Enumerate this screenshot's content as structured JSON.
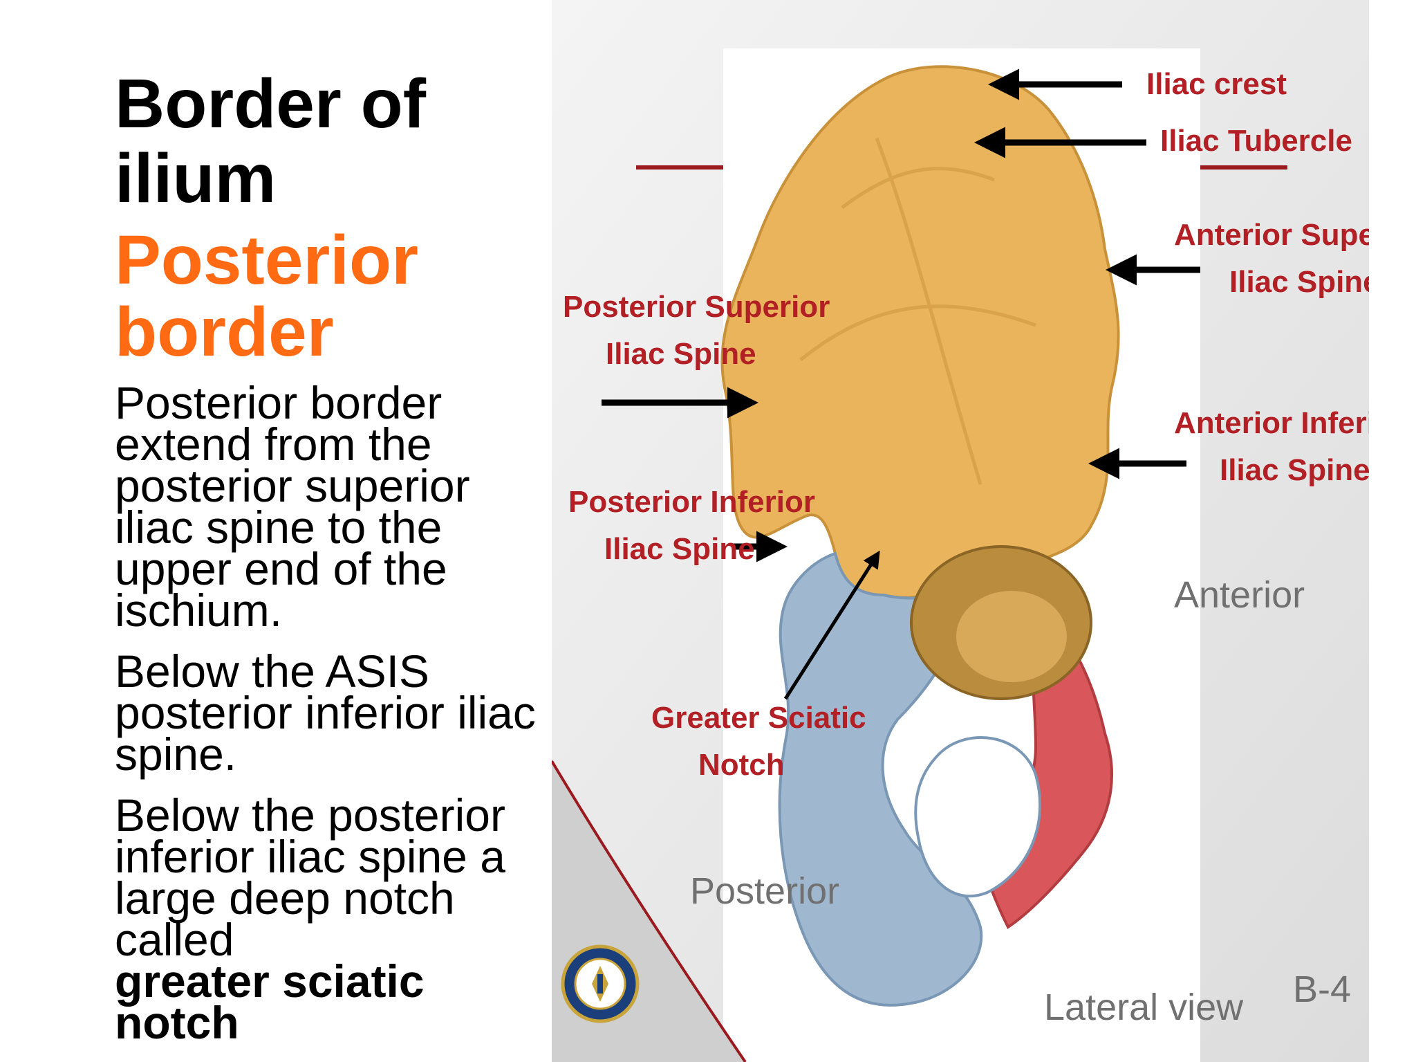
{
  "slide": {
    "title_line1": "Border of",
    "title_line2": "ilium",
    "subtitle_line1": "Posterior",
    "subtitle_line2": "border",
    "paragraph1": "Posterior border extend from the posterior superior iliac spine to the upper end of the ischium.",
    "paragraph2": "Below the ASIS posterior inferior iliac spine.",
    "paragraph3": "Below the posterior inferior iliac spine a large deep notch called",
    "paragraph3_term": "greater sciatic notch"
  },
  "figure": {
    "labels": {
      "iliac_crest": "Iliac crest",
      "iliac_tubercle": "Iliac Tubercle",
      "asis_line1": "Anterior Superior",
      "asis_line2": "Iliac Spine",
      "aiis_line1": "Anterior Inferior",
      "aiis_line2": "Iliac Spine",
      "psis_line1": "Posterior Superior",
      "psis_line2": "Iliac Spine",
      "piis_line1": "Posterior Inferior",
      "piis_line2": "Iliac Spine",
      "gsn_line1": "Greater Sciatic",
      "gsn_line2": "Notch",
      "anterior": "Anterior",
      "posterior": "Posterior",
      "lateral_view": "Lateral view",
      "figure_code": "B-4"
    },
    "colors": {
      "ilium": "#e9b45c",
      "ischium": "#9fb8cf",
      "pubis": "#d9575a",
      "label_red": "#b21f24",
      "accent_orange": "#ff6a13"
    },
    "logo_icon": "university-seal-icon"
  }
}
